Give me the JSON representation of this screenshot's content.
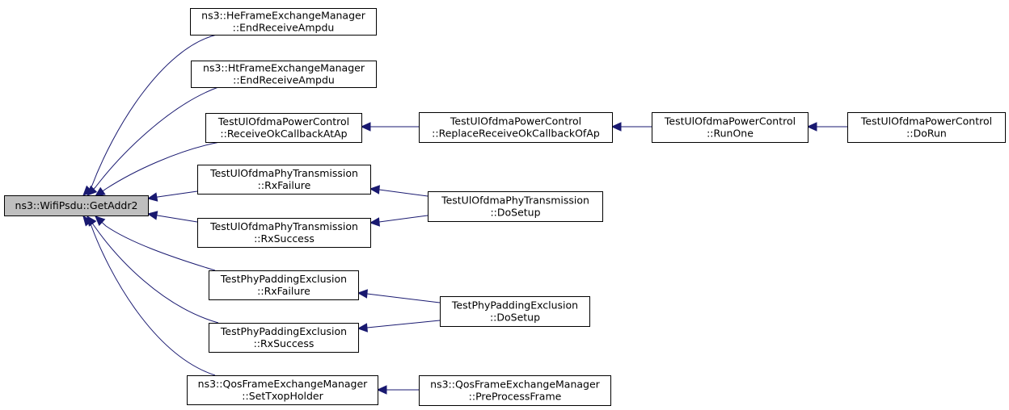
{
  "colors": {
    "edge": "#191970",
    "node_fill": "#ffffff",
    "focus_fill": "#bfbfbf",
    "border": "#000000"
  },
  "nodes": [
    {
      "id": "getaddr2",
      "lines": [
        "ns3::WifiPsdu::GetAddr2"
      ],
      "focus": true
    },
    {
      "id": "he_endreceive",
      "lines": [
        "ns3::HeFrameExchangeManager",
        "::EndReceiveAmpdu"
      ]
    },
    {
      "id": "ht_endreceive",
      "lines": [
        "ns3::HtFrameExchangeManager",
        "::EndReceiveAmpdu"
      ]
    },
    {
      "id": "ulpc_receiveok",
      "lines": [
        "TestUlOfdmaPowerControl",
        "::ReceiveOkCallbackAtAp"
      ]
    },
    {
      "id": "ulpt_rxfailure",
      "lines": [
        "TestUlOfdmaPhyTransmission",
        "::RxFailure"
      ]
    },
    {
      "id": "ulpt_rxsuccess",
      "lines": [
        "TestUlOfdmaPhyTransmission",
        "::RxSuccess"
      ]
    },
    {
      "id": "ppe_rxfailure",
      "lines": [
        "TestPhyPaddingExclusion",
        "::RxFailure"
      ]
    },
    {
      "id": "ppe_rxsuccess",
      "lines": [
        "TestPhyPaddingExclusion",
        "::RxSuccess"
      ]
    },
    {
      "id": "qos_settxop",
      "lines": [
        "ns3::QosFrameExchangeManager",
        "::SetTxopHolder"
      ]
    },
    {
      "id": "ulpc_replace",
      "lines": [
        "TestUlOfdmaPowerControl",
        "::ReplaceReceiveOkCallbackOfAp"
      ]
    },
    {
      "id": "ulpt_dosetup",
      "lines": [
        "TestUlOfdmaPhyTransmission",
        "::DoSetup"
      ]
    },
    {
      "id": "ppe_dosetup",
      "lines": [
        "TestPhyPaddingExclusion",
        "::DoSetup"
      ]
    },
    {
      "id": "qos_preprocess",
      "lines": [
        "ns3::QosFrameExchangeManager",
        "::PreProcessFrame"
      ]
    },
    {
      "id": "ulpc_runone",
      "lines": [
        "TestUlOfdmaPowerControl",
        "::RunOne"
      ]
    },
    {
      "id": "ulpc_dorun",
      "lines": [
        "TestUlOfdmaPowerControl",
        "::DoRun"
      ]
    }
  ],
  "edges": [
    {
      "from": "he_endreceive",
      "to": "getaddr2"
    },
    {
      "from": "ht_endreceive",
      "to": "getaddr2"
    },
    {
      "from": "ulpc_receiveok",
      "to": "getaddr2"
    },
    {
      "from": "ulpt_rxfailure",
      "to": "getaddr2"
    },
    {
      "from": "ulpt_rxsuccess",
      "to": "getaddr2"
    },
    {
      "from": "ppe_rxfailure",
      "to": "getaddr2"
    },
    {
      "from": "ppe_rxsuccess",
      "to": "getaddr2"
    },
    {
      "from": "qos_settxop",
      "to": "getaddr2"
    },
    {
      "from": "ulpc_replace",
      "to": "ulpc_receiveok"
    },
    {
      "from": "ulpt_dosetup",
      "to": "ulpt_rxfailure"
    },
    {
      "from": "ulpt_dosetup",
      "to": "ulpt_rxsuccess"
    },
    {
      "from": "ppe_dosetup",
      "to": "ppe_rxfailure"
    },
    {
      "from": "ppe_dosetup",
      "to": "ppe_rxsuccess"
    },
    {
      "from": "qos_preprocess",
      "to": "qos_settxop"
    },
    {
      "from": "ulpc_runone",
      "to": "ulpc_replace"
    },
    {
      "from": "ulpc_dorun",
      "to": "ulpc_runone"
    }
  ]
}
